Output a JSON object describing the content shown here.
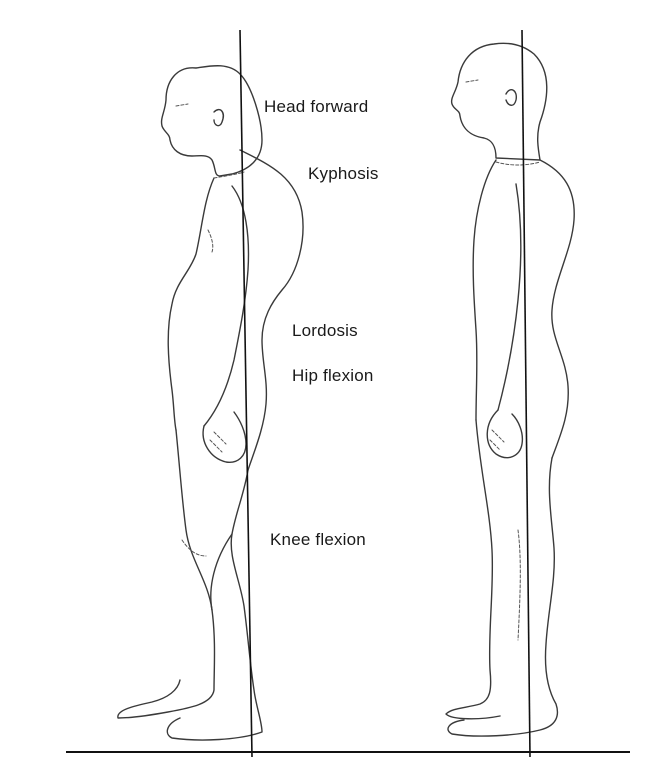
{
  "labels": {
    "head_forward": "Head forward",
    "kyphosis": "Kyphosis",
    "lordosis": "Lordosis",
    "hip_flexion": "Hip flexion",
    "knee_flexion": "Knee flexion"
  },
  "colors": {
    "background": "#ffffff",
    "line": "#111111",
    "outline": "#3a3a3a"
  }
}
